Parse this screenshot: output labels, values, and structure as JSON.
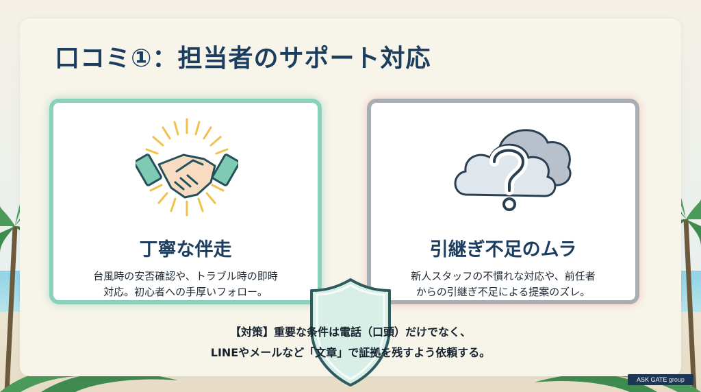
{
  "slide": {
    "title": "口コミ①：担当者のサポート対応"
  },
  "cards": [
    {
      "icon": "handshake-icon",
      "title": "丁寧な伴走",
      "body_lines": [
        "台風時の安否確認や、トラブル時の即時",
        "対応。初心者への手厚いフォロー。"
      ]
    },
    {
      "icon": "question-cloud-icon",
      "title": "引継ぎ不足のムラ",
      "body_lines": [
        "新人スタッフの不慣れな対応や、前任者",
        "からの引継ぎ不足による提案のズレ。"
      ]
    }
  ],
  "note": {
    "lines": [
      "【対策】重要な条件は電話（口頭）だけでなく、",
      "LINEやメールなど「文章」で証拠を残すよう依頼する。"
    ]
  },
  "logo": {
    "text_main": "ASK GATE",
    "text_sub": "group"
  },
  "colors": {
    "title": "#1c3d5e",
    "good_border": "#88d2bb",
    "bad_border": "#a9aeb3",
    "shield_fill": "#d7efe6",
    "shield_stroke": "#2f5a5e"
  }
}
